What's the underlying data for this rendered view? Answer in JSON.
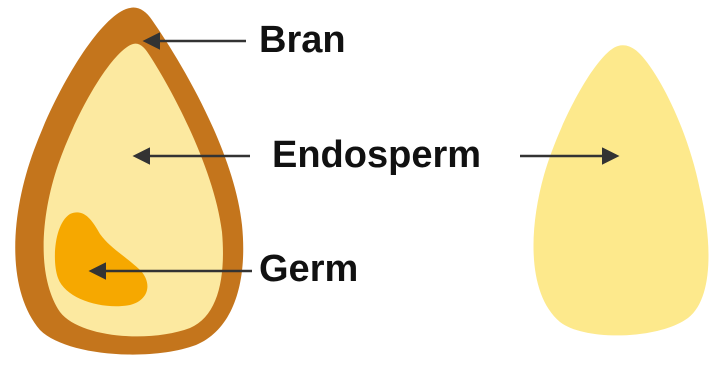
{
  "labels": {
    "bran": "Bran",
    "endosperm": "Endosperm",
    "germ": "Germ"
  },
  "colors": {
    "bran": "#C4751C",
    "endosperm_whole_grain": "#FCE9A0",
    "germ": "#F6A800",
    "refined_endosperm": "#FDE98C",
    "arrow": "#333333",
    "label_text": "#111111",
    "background": "#FFFFFF"
  }
}
